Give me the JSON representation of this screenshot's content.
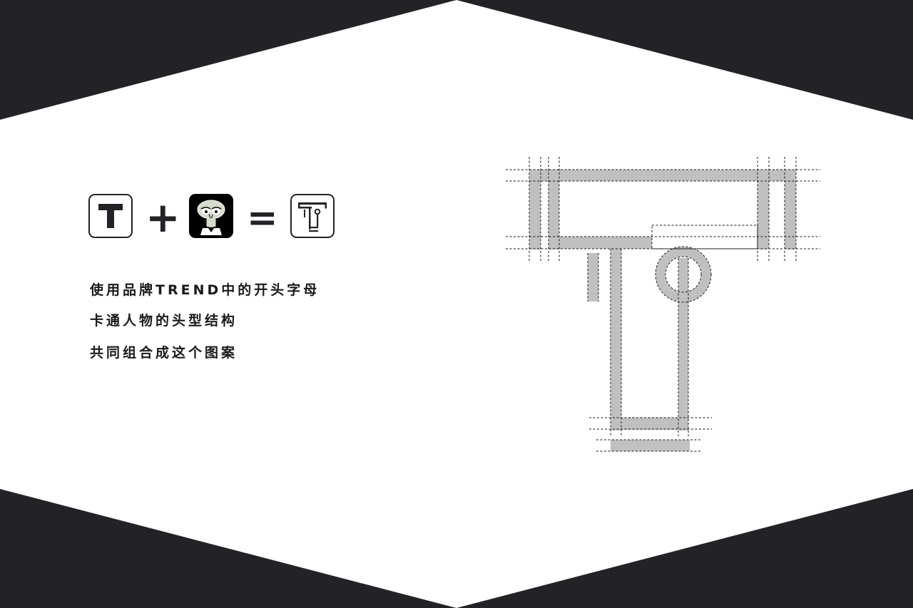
{
  "equation": {
    "plus": "+",
    "equals": "="
  },
  "captions": [
    "使用品牌TREND中的开头字母",
    "卡通人物的头型结构",
    "共同组合成这个图案"
  ],
  "icons": [
    "letter-t-icon",
    "cartoon-head-icon",
    "combined-logo-icon"
  ],
  "colors": {
    "dark": "#222227",
    "white": "#ffffff",
    "fill_gray": "#c0c0c0",
    "guide": "#1a1a1a"
  }
}
